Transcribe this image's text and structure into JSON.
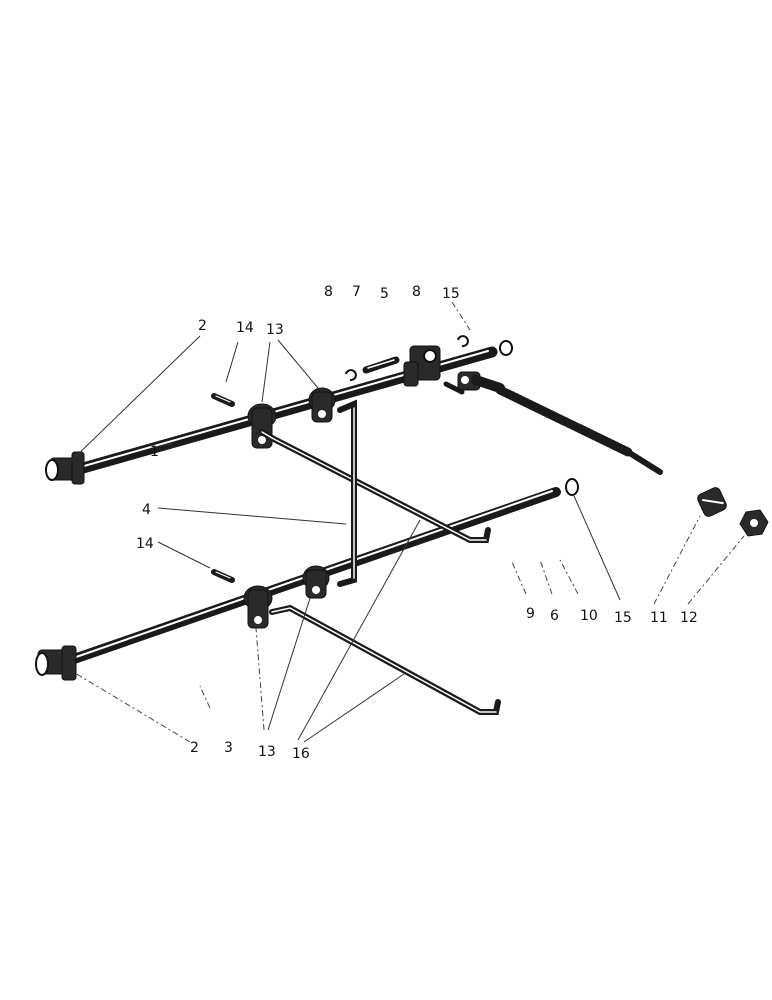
{
  "callouts": [
    {
      "id": "c1",
      "text": "1"
    },
    {
      "id": "c2a",
      "text": "2"
    },
    {
      "id": "c2b",
      "text": "2"
    },
    {
      "id": "c3",
      "text": "3"
    },
    {
      "id": "c4",
      "text": "4"
    },
    {
      "id": "c5",
      "text": "5"
    },
    {
      "id": "c6",
      "text": "6"
    },
    {
      "id": "c7",
      "text": "7"
    },
    {
      "id": "c8a",
      "text": "8"
    },
    {
      "id": "c8b",
      "text": "8"
    },
    {
      "id": "c9",
      "text": "9"
    },
    {
      "id": "c10",
      "text": "10"
    },
    {
      "id": "c11",
      "text": "11"
    },
    {
      "id": "c12",
      "text": "12"
    },
    {
      "id": "c13a",
      "text": "13"
    },
    {
      "id": "c13b",
      "text": "13"
    },
    {
      "id": "c14a",
      "text": "14"
    },
    {
      "id": "c14b",
      "text": "14"
    },
    {
      "id": "c15a",
      "text": "15"
    },
    {
      "id": "c15b",
      "text": "15"
    },
    {
      "id": "c16",
      "text": "16"
    }
  ]
}
